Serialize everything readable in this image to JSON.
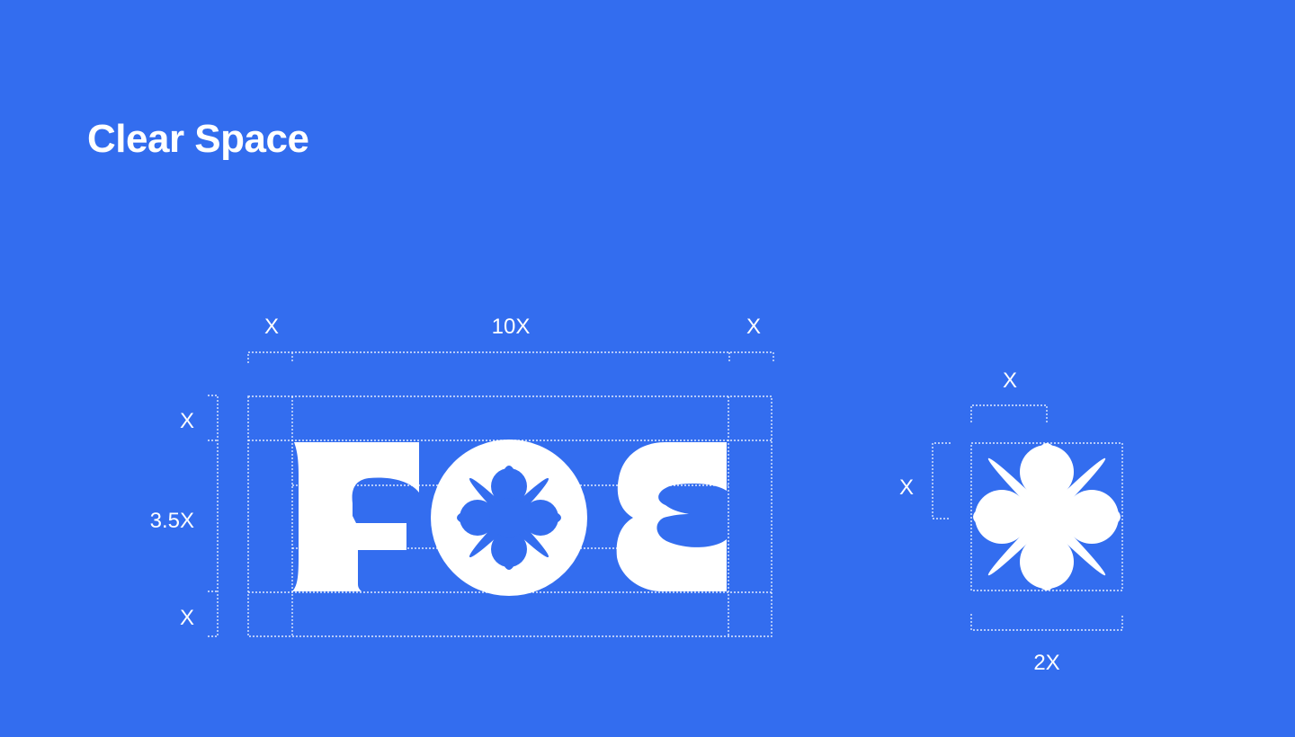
{
  "page": {
    "title": "Clear Space",
    "background": "#336DEF",
    "foreground": "#FFFFFF"
  },
  "wordmark_diagram": {
    "top_labels": {
      "left": "X",
      "center": "10X",
      "right": "X"
    },
    "side_labels": {
      "top": "X",
      "middle": "3.5X",
      "bottom": "X"
    },
    "logo": "FOE wordmark with flower"
  },
  "symbol_diagram": {
    "top_label": "X",
    "side_label": "X",
    "bottom_label": "2X",
    "logo": "flower symbol"
  }
}
